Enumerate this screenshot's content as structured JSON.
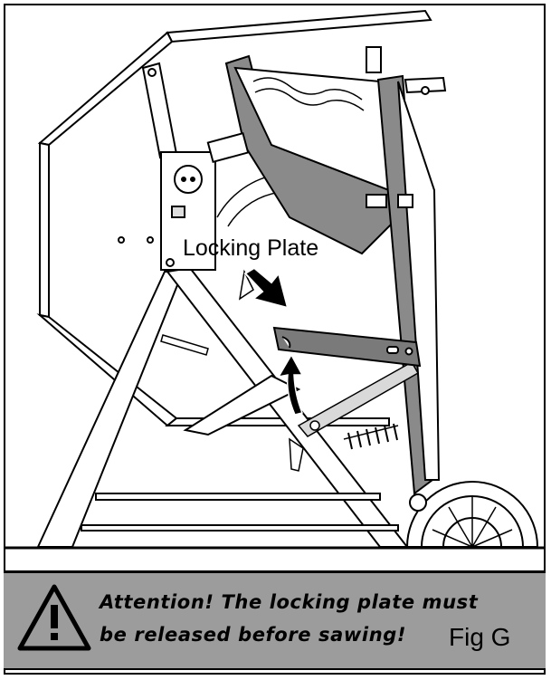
{
  "callout": {
    "label": "Locking Plate"
  },
  "warning": {
    "line1": "Attention! The locking plate must",
    "line2": "be released before sawing!",
    "icon": "warning-triangle-icon"
  },
  "figure": {
    "label": "Fig G"
  },
  "colors": {
    "banner": "#9c9c9c",
    "locking_plate": "#7a7a7a",
    "structure_shade": "#8a8a8a",
    "line": "#000000"
  }
}
